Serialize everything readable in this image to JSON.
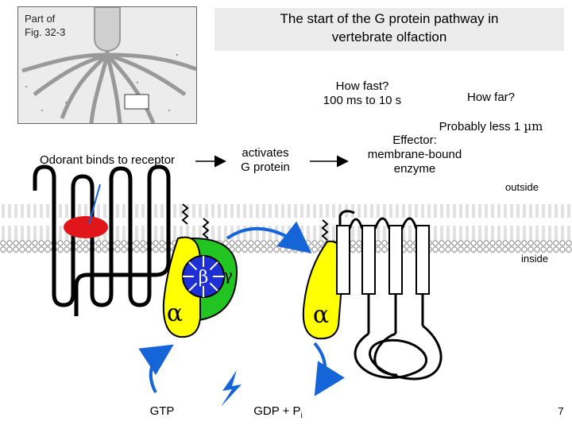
{
  "figure_ref": "Part of\nFig. 32-3",
  "title": "The start of the G protein pathway in\nvertebrate olfaction",
  "how_fast": "How fast?\n100 ms to 10 s",
  "how_far_line1": "How far?",
  "how_far_line2": "Probably less 1 ",
  "how_far_unit": "µm",
  "step1": "Odorant binds to receptor",
  "step2": "activates\nG protein",
  "step3": "Effector:\nmembrane-bound\nenzyme",
  "outside": "outside",
  "inside": "inside",
  "beta": "β",
  "gamma": "γ",
  "alpha_left": "α",
  "alpha_right": "α",
  "gtp": "GTP",
  "gdp": "GDP + P",
  "gdp_sub": "i",
  "page_number": "7",
  "colors": {
    "receptor_ligand": "#e0161b",
    "alpha_subunit": "#ffff00",
    "beta_subunit": "#1f2fd6",
    "gamma_subunit": "#22c422",
    "arrows": "#1565d8",
    "membrane": "#888888"
  }
}
